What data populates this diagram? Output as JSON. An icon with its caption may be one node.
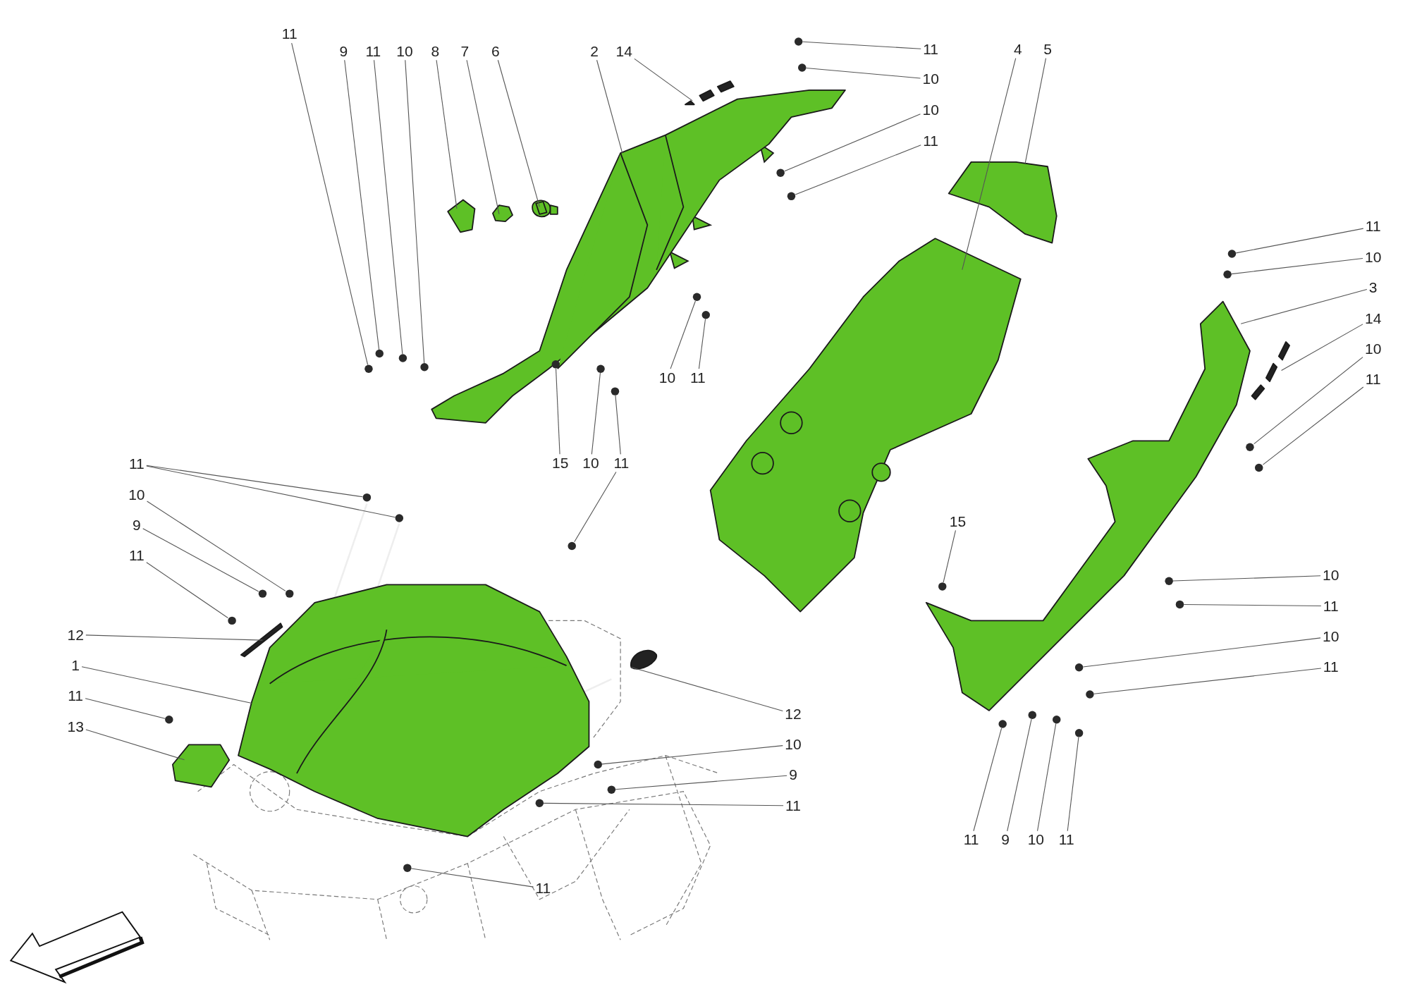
{
  "diagram": {
    "nodes": [
      {
        "text": [
          "11"
        ]
      },
      {
        "text": [
          "9"
        ]
      },
      {
        "text": [
          "11"
        ]
      },
      {
        "text": [
          "10"
        ]
      },
      {
        "text": [
          "8"
        ]
      },
      {
        "text": [
          "7"
        ]
      },
      {
        "text": [
          "6"
        ]
      },
      {
        "text": [
          "2"
        ]
      },
      {
        "text": [
          "14"
        ]
      },
      {
        "text": [
          "11"
        ]
      },
      {
        "text": [
          "10"
        ]
      },
      {
        "text": [
          "10"
        ]
      },
      {
        "text": [
          "11"
        ]
      },
      {
        "text": [
          "4"
        ]
      },
      {
        "text": [
          "5"
        ]
      },
      {
        "text": [
          "10"
        ]
      },
      {
        "text": [
          "11"
        ]
      },
      {
        "text": [
          "15"
        ]
      },
      {
        "text": [
          "10"
        ]
      },
      {
        "text": [
          "11"
        ]
      },
      {
        "text": [
          "11"
        ]
      },
      {
        "text": [
          "10"
        ]
      },
      {
        "text": [
          "3"
        ]
      },
      {
        "text": [
          "14"
        ]
      },
      {
        "text": [
          "10"
        ]
      },
      {
        "text": [
          "11"
        ]
      },
      {
        "text": [
          "15"
        ]
      },
      {
        "text": [
          "10"
        ]
      },
      {
        "text": [
          "11"
        ]
      },
      {
        "text": [
          "10"
        ]
      },
      {
        "text": [
          "11"
        ]
      },
      {
        "text": [
          "11"
        ]
      },
      {
        "text": [
          "9"
        ]
      },
      {
        "text": [
          "10"
        ]
      },
      {
        "text": [
          "11"
        ]
      },
      {
        "text": [
          "11"
        ]
      },
      {
        "text": [
          "10"
        ]
      },
      {
        "text": [
          "9"
        ]
      },
      {
        "text": [
          "11"
        ]
      },
      {
        "text": [
          "12"
        ]
      },
      {
        "text": [
          "1"
        ]
      },
      {
        "text": [
          "11"
        ]
      },
      {
        "text": [
          "13"
        ]
      },
      {
        "text": [
          "12"
        ]
      },
      {
        "text": [
          "10"
        ]
      },
      {
        "text": [
          "9"
        ]
      },
      {
        "text": [
          "11"
        ]
      },
      {
        "text": [
          "11"
        ]
      },
      {
        "text": [],
        "shape": "picture"
      },
      {
        "text": [],
        "shape": "picture"
      },
      {
        "text": [],
        "shape": "picture"
      },
      {
        "text": [],
        "shape": "picture"
      },
      {
        "text": [],
        "shape": "picture"
      },
      {
        "text": [],
        "shape": "picture"
      },
      {
        "text": [],
        "shape": "picture"
      },
      {
        "text": [],
        "shape": "picture"
      },
      {
        "text": [],
        "shape": "picture"
      },
      {
        "text": [],
        "shape": "picture"
      },
      {
        "text": [],
        "shape": "picture"
      },
      {
        "text": [],
        "shape": "picture"
      },
      {
        "text": [],
        "shape": "picture"
      },
      {
        "text": [],
        "shape": "circle"
      },
      {
        "text": [],
        "shape": "circle"
      },
      {
        "text": [],
        "shape": "circle"
      },
      {
        "text": [],
        "shape": "circle"
      },
      {
        "text": [],
        "shape": "circle"
      },
      {
        "text": [],
        "shape": "circle"
      },
      {
        "text": [],
        "shape": "circle"
      },
      {
        "text": [],
        "shape": "circle"
      },
      {
        "text": [],
        "shape": "circle"
      },
      {
        "text": [],
        "shape": "circle"
      },
      {
        "text": [],
        "shape": "circle"
      },
      {
        "text": [],
        "shape": "circle"
      },
      {
        "text": [],
        "shape": "circle"
      },
      {
        "text": [],
        "shape": "circle"
      },
      {
        "text": [],
        "shape": "circle"
      },
      {
        "text": [],
        "shape": "circle"
      },
      {
        "text": [],
        "shape": "circle"
      },
      {
        "text": [],
        "shape": "circle"
      },
      {
        "text": [],
        "shape": "circle"
      },
      {
        "text": [],
        "shape": "circle"
      },
      {
        "text": [],
        "shape": "circle"
      },
      {
        "text": [],
        "shape": "circle"
      },
      {
        "text": [],
        "shape": "circle"
      },
      {
        "text": [],
        "shape": "circle"
      },
      {
        "text": [],
        "shape": "circle"
      },
      {
        "text": [],
        "shape": "circle"
      },
      {
        "text": [],
        "shape": "circle"
      },
      {
        "text": [],
        "shape": "circle"
      },
      {
        "text": [],
        "shape": "circle"
      },
      {
        "text": [],
        "shape": "circle"
      },
      {
        "text": [],
        "shape": "circle"
      },
      {
        "text": [],
        "shape": "circle"
      },
      {
        "text": [],
        "shape": "circle"
      },
      {
        "text": [],
        "shape": "circle"
      },
      {
        "text": [],
        "shape": "circle"
      },
      {
        "text": [],
        "shape": "circle"
      },
      {
        "text": [],
        "shape": "circle"
      }
    ],
    "edges": [
      {
        "from": 0,
        "to": 61,
        "arrow": "none"
      },
      {
        "from": 1,
        "to": 62,
        "arrow": "none"
      },
      {
        "from": 2,
        "to": 63,
        "arrow": "none"
      },
      {
        "from": 3,
        "to": 64,
        "arrow": "none"
      },
      {
        "from": 4,
        "to": 53,
        "arrow": "none"
      },
      {
        "from": 5,
        "to": 54,
        "arrow": "none"
      },
      {
        "from": 6,
        "to": 55,
        "arrow": "none"
      },
      {
        "from": 7,
        "to": 48,
        "arrow": "none"
      },
      {
        "from": 8,
        "to": 56,
        "arrow": "none"
      },
      {
        "from": 9,
        "to": 65,
        "arrow": "none"
      },
      {
        "from": 10,
        "to": 66,
        "arrow": "none"
      },
      {
        "from": 11,
        "to": 67,
        "arrow": "none"
      },
      {
        "from": 12,
        "to": 68,
        "arrow": "none"
      },
      {
        "from": 13,
        "to": 51,
        "arrow": "none"
      },
      {
        "from": 14,
        "to": 52,
        "arrow": "none"
      },
      {
        "from": 15,
        "to": 69,
        "arrow": "none"
      },
      {
        "from": 16,
        "to": 70,
        "arrow": "none"
      },
      {
        "from": 17,
        "to": 71,
        "arrow": "none"
      },
      {
        "from": 18,
        "to": 72,
        "arrow": "none"
      },
      {
        "from": 19,
        "to": 73,
        "arrow": "none"
      },
      {
        "from": 19,
        "to": 74,
        "arrow": "none"
      },
      {
        "from": 20,
        "to": 75,
        "arrow": "none"
      },
      {
        "from": 21,
        "to": 76,
        "arrow": "none"
      },
      {
        "from": 22,
        "to": 50,
        "arrow": "none"
      },
      {
        "from": 23,
        "to": 57,
        "arrow": "none"
      },
      {
        "from": 24,
        "to": 77,
        "arrow": "none"
      },
      {
        "from": 25,
        "to": 78,
        "arrow": "none"
      },
      {
        "from": 26,
        "to": 79,
        "arrow": "none"
      },
      {
        "from": 27,
        "to": 80,
        "arrow": "none"
      },
      {
        "from": 28,
        "to": 81,
        "arrow": "none"
      },
      {
        "from": 29,
        "to": 82,
        "arrow": "none"
      },
      {
        "from": 30,
        "to": 83,
        "arrow": "none"
      },
      {
        "from": 31,
        "to": 84,
        "arrow": "none"
      },
      {
        "from": 32,
        "to": 85,
        "arrow": "none"
      },
      {
        "from": 33,
        "to": 86,
        "arrow": "none"
      },
      {
        "from": 34,
        "to": 87,
        "arrow": "none"
      },
      {
        "from": 35,
        "to": 88,
        "arrow": "none"
      },
      {
        "from": 35,
        "to": 89,
        "arrow": "none"
      },
      {
        "from": 36,
        "to": 90,
        "arrow": "none"
      },
      {
        "from": 37,
        "to": 91,
        "arrow": "none"
      },
      {
        "from": 38,
        "to": 92,
        "arrow": "none"
      },
      {
        "from": 39,
        "to": 58,
        "arrow": "none"
      },
      {
        "from": 40,
        "to": 49,
        "arrow": "none"
      },
      {
        "from": 41,
        "to": 93,
        "arrow": "none"
      },
      {
        "from": 42,
        "to": 60,
        "arrow": "none"
      },
      {
        "from": 43,
        "to": 59,
        "arrow": "none"
      },
      {
        "from": 44,
        "to": 94,
        "arrow": "none"
      },
      {
        "from": 45,
        "to": 95,
        "arrow": "none"
      },
      {
        "from": 46,
        "to": 96,
        "arrow": "none"
      },
      {
        "from": 47,
        "to": 97,
        "arrow": "none"
      }
    ]
  }
}
